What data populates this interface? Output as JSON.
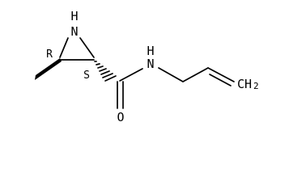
{
  "structure": {
    "atom_labels": {
      "ring_nitrogen": "H\nN",
      "amide_nitrogen": "H\nN",
      "oxygen": "O",
      "terminal_carbon": "CH",
      "terminal_carbon_subscript": "2"
    },
    "stereo_labels": {
      "left_center": "R",
      "right_center": "S"
    }
  }
}
